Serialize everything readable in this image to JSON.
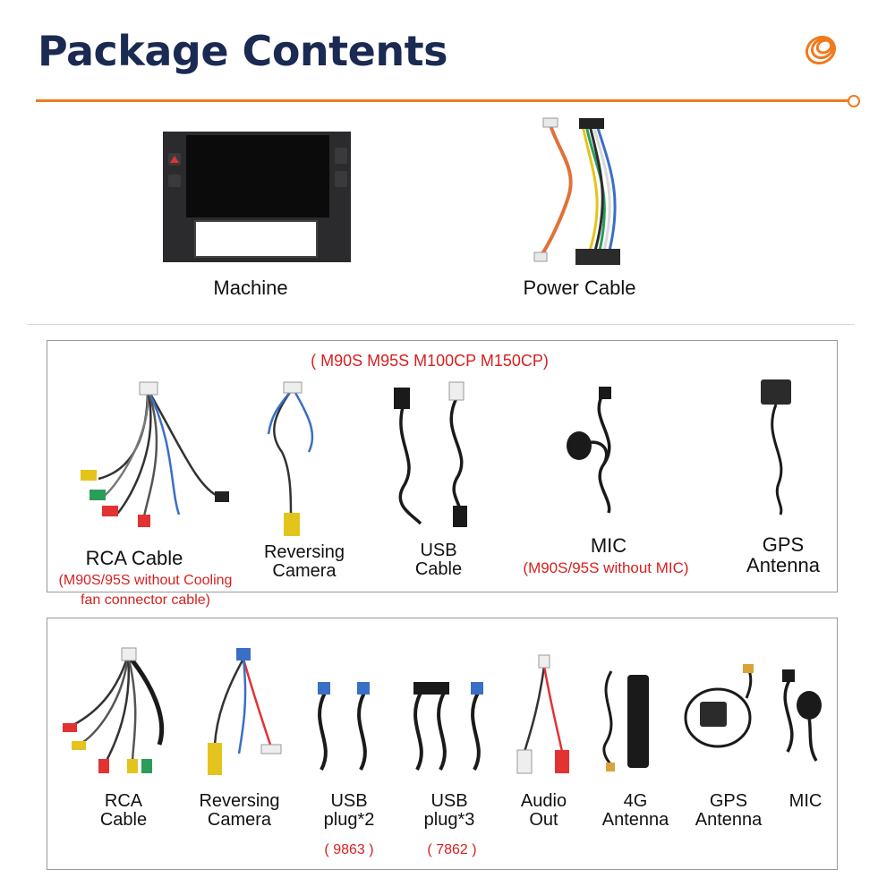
{
  "header": {
    "title": "Package Contents",
    "accent_color": "#f07a1e",
    "title_color": "#1b2a52",
    "logo_icon": "orange-ring-logo-icon"
  },
  "top_items": [
    {
      "label": "Machine"
    },
    {
      "label": "Power Cable"
    }
  ],
  "section1": {
    "models": "( M90S M95S M100CP M150CP)",
    "items": [
      {
        "label": "RCA Cable",
        "note": "(M90S/95S without Cooling\nfan connector cable)"
      },
      {
        "label": "Reversing\nCamera"
      },
      {
        "label": "USB\nCable"
      },
      {
        "label": "MIC",
        "note": "(M90S/95S without MIC)"
      },
      {
        "label": "GPS\nAntenna"
      }
    ]
  },
  "section2": {
    "items": [
      {
        "label": "RCA\nCable"
      },
      {
        "label": "Reversing\nCamera"
      },
      {
        "label": "USB\nplug*2",
        "note": "( 9863 )"
      },
      {
        "label": "USB\nplug*3",
        "note": "( 7862 )"
      },
      {
        "label": "Audio\nOut"
      },
      {
        "label": "4G\nAntenna"
      },
      {
        "label": "GPS\nAntenna"
      },
      {
        "label": "MIC"
      }
    ]
  }
}
